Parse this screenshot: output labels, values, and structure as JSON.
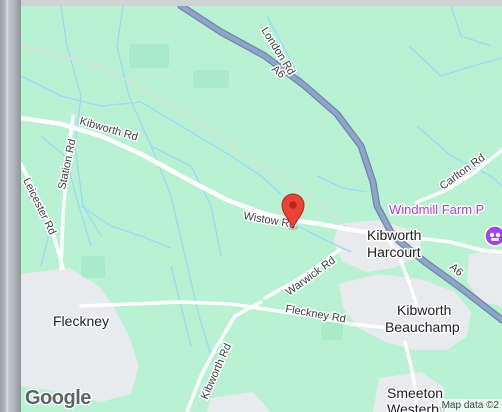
{
  "map": {
    "roads": {
      "london_rd": "London Rd",
      "a6_top": "A6",
      "a6_right": "A6",
      "kibworth_rd_top": "Kibworth Rd",
      "station_rd": "Station Rd",
      "leicester_rd": "Leicester Rd",
      "wistow_rd": "Wistow Rd",
      "warwick_rd": "Warwick Rd",
      "fleckney_rd": "Fleckney Rd",
      "kibworth_rd_bottom": "Kibworth Rd",
      "carlton_rd": "Carlton Rd"
    },
    "places": {
      "kibworth_harcourt_line1": "Kibworth",
      "kibworth_harcourt_line2": "Harcourt",
      "kibworth_beauchamp_line1": "Kibworth",
      "kibworth_beauchamp_line2": "Beauchamp",
      "fleckney": "Fleckney",
      "smeeton_line1": "Smeeton",
      "smeeton_line2": "Westerby"
    },
    "poi": {
      "windmill_farm": "Windmill Farm P"
    },
    "branding": {
      "logo": "Google",
      "attribution": "Map data ©2"
    },
    "colors": {
      "land": "#b8f2d2",
      "urban": "#e8eaed",
      "water": "#9ad8ff",
      "road": "#ffffff",
      "highway": "#8fa4c8",
      "pin": "#ea4335",
      "poi": "#a142f4"
    },
    "icons": {
      "pin": "location-pin-icon",
      "poi": "farm-poi-icon"
    }
  }
}
